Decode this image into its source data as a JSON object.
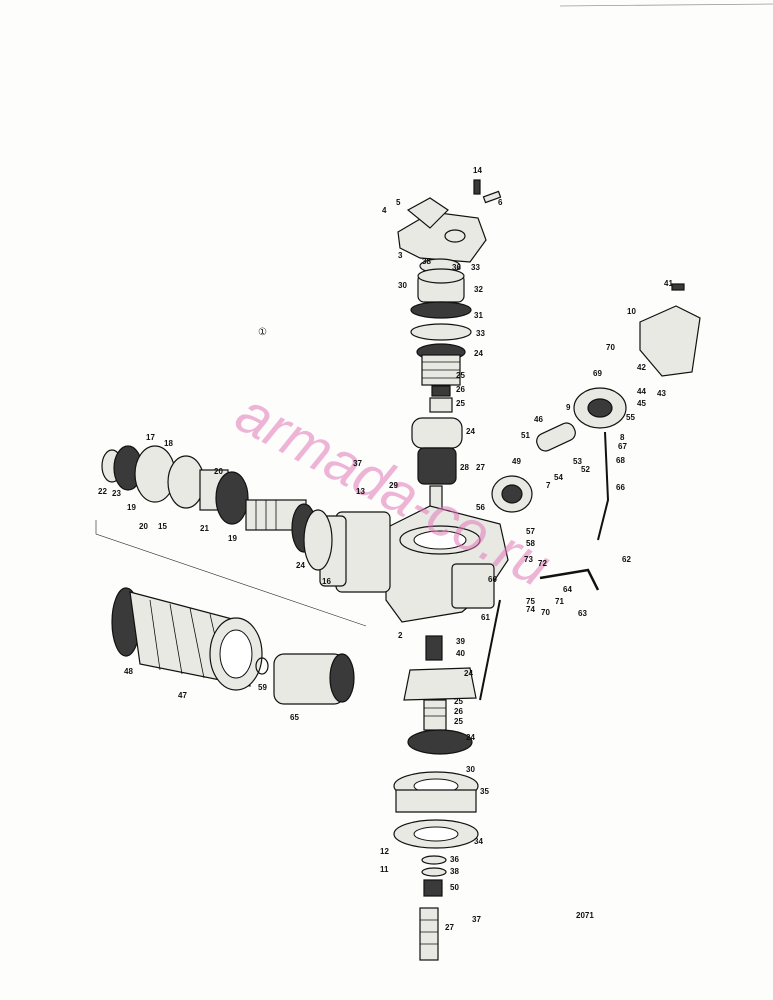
{
  "diagram": {
    "section_marker": "①",
    "diagram_number": "2071",
    "watermark": "armada-co.ru",
    "labels": [
      {
        "id": "14",
        "text": "14"
      },
      {
        "id": "6",
        "text": "6"
      },
      {
        "id": "4",
        "text": "4"
      },
      {
        "id": "5",
        "text": "5"
      },
      {
        "id": "3",
        "text": "3"
      },
      {
        "id": "33a",
        "text": "33"
      },
      {
        "id": "36a",
        "text": "36"
      },
      {
        "id": "38a",
        "text": "38"
      },
      {
        "id": "30a",
        "text": "30"
      },
      {
        "id": "32",
        "text": "32"
      },
      {
        "id": "31",
        "text": "31"
      },
      {
        "id": "33b",
        "text": "33"
      },
      {
        "id": "24a",
        "text": "24"
      },
      {
        "id": "25a",
        "text": "25"
      },
      {
        "id": "26a",
        "text": "26"
      },
      {
        "id": "25b",
        "text": "25"
      },
      {
        "id": "24b",
        "text": "24"
      },
      {
        "id": "28",
        "text": "28"
      },
      {
        "id": "27a",
        "text": "27"
      },
      {
        "id": "37a",
        "text": "37"
      },
      {
        "id": "13",
        "text": "13"
      },
      {
        "id": "29",
        "text": "29"
      },
      {
        "id": "17",
        "text": "17"
      },
      {
        "id": "18",
        "text": "18"
      },
      {
        "id": "22",
        "text": "22"
      },
      {
        "id": "23",
        "text": "23"
      },
      {
        "id": "19a",
        "text": "19"
      },
      {
        "id": "20a",
        "text": "20"
      },
      {
        "id": "15",
        "text": "15"
      },
      {
        "id": "20b",
        "text": "20"
      },
      {
        "id": "21",
        "text": "21"
      },
      {
        "id": "19b",
        "text": "19"
      },
      {
        "id": "24c",
        "text": "24"
      },
      {
        "id": "16",
        "text": "16"
      },
      {
        "id": "41",
        "text": "41"
      },
      {
        "id": "10",
        "text": "10"
      },
      {
        "id": "70a",
        "text": "70"
      },
      {
        "id": "69",
        "text": "69"
      },
      {
        "id": "42",
        "text": "42"
      },
      {
        "id": "44",
        "text": "44"
      },
      {
        "id": "43",
        "text": "43"
      },
      {
        "id": "45",
        "text": "45"
      },
      {
        "id": "55",
        "text": "55"
      },
      {
        "id": "9",
        "text": "9"
      },
      {
        "id": "46",
        "text": "46"
      },
      {
        "id": "8",
        "text": "8"
      },
      {
        "id": "67",
        "text": "67"
      },
      {
        "id": "51",
        "text": "51"
      },
      {
        "id": "53",
        "text": "53"
      },
      {
        "id": "68",
        "text": "68"
      },
      {
        "id": "52",
        "text": "52"
      },
      {
        "id": "49",
        "text": "49"
      },
      {
        "id": "54",
        "text": "54"
      },
      {
        "id": "7",
        "text": "7"
      },
      {
        "id": "66",
        "text": "66"
      },
      {
        "id": "56",
        "text": "56"
      },
      {
        "id": "57",
        "text": "57"
      },
      {
        "id": "58",
        "text": "58"
      },
      {
        "id": "73",
        "text": "73"
      },
      {
        "id": "72",
        "text": "72"
      },
      {
        "id": "60",
        "text": "60"
      },
      {
        "id": "62",
        "text": "62"
      },
      {
        "id": "75",
        "text": "75"
      },
      {
        "id": "74",
        "text": "74"
      },
      {
        "id": "70b",
        "text": "70"
      },
      {
        "id": "71",
        "text": "71"
      },
      {
        "id": "64",
        "text": "64"
      },
      {
        "id": "63",
        "text": "63"
      },
      {
        "id": "61",
        "text": "61"
      },
      {
        "id": "2",
        "text": "2"
      },
      {
        "id": "39",
        "text": "39"
      },
      {
        "id": "40a",
        "text": "40"
      },
      {
        "id": "24d",
        "text": "24"
      },
      {
        "id": "25c",
        "text": "25"
      },
      {
        "id": "26b",
        "text": "26"
      },
      {
        "id": "25d",
        "text": "25"
      },
      {
        "id": "24e",
        "text": "24"
      },
      {
        "id": "30b",
        "text": "30"
      },
      {
        "id": "35",
        "text": "35"
      },
      {
        "id": "34",
        "text": "34"
      },
      {
        "id": "12",
        "text": "12"
      },
      {
        "id": "36b",
        "text": "36"
      },
      {
        "id": "11",
        "text": "11"
      },
      {
        "id": "38b",
        "text": "38"
      },
      {
        "id": "50",
        "text": "50"
      },
      {
        "id": "37b",
        "text": "37"
      },
      {
        "id": "27b",
        "text": "27"
      },
      {
        "id": "48",
        "text": "48"
      },
      {
        "id": "47",
        "text": "47"
      },
      {
        "id": "59",
        "text": "59"
      },
      {
        "id": "65",
        "text": "65"
      }
    ]
  }
}
